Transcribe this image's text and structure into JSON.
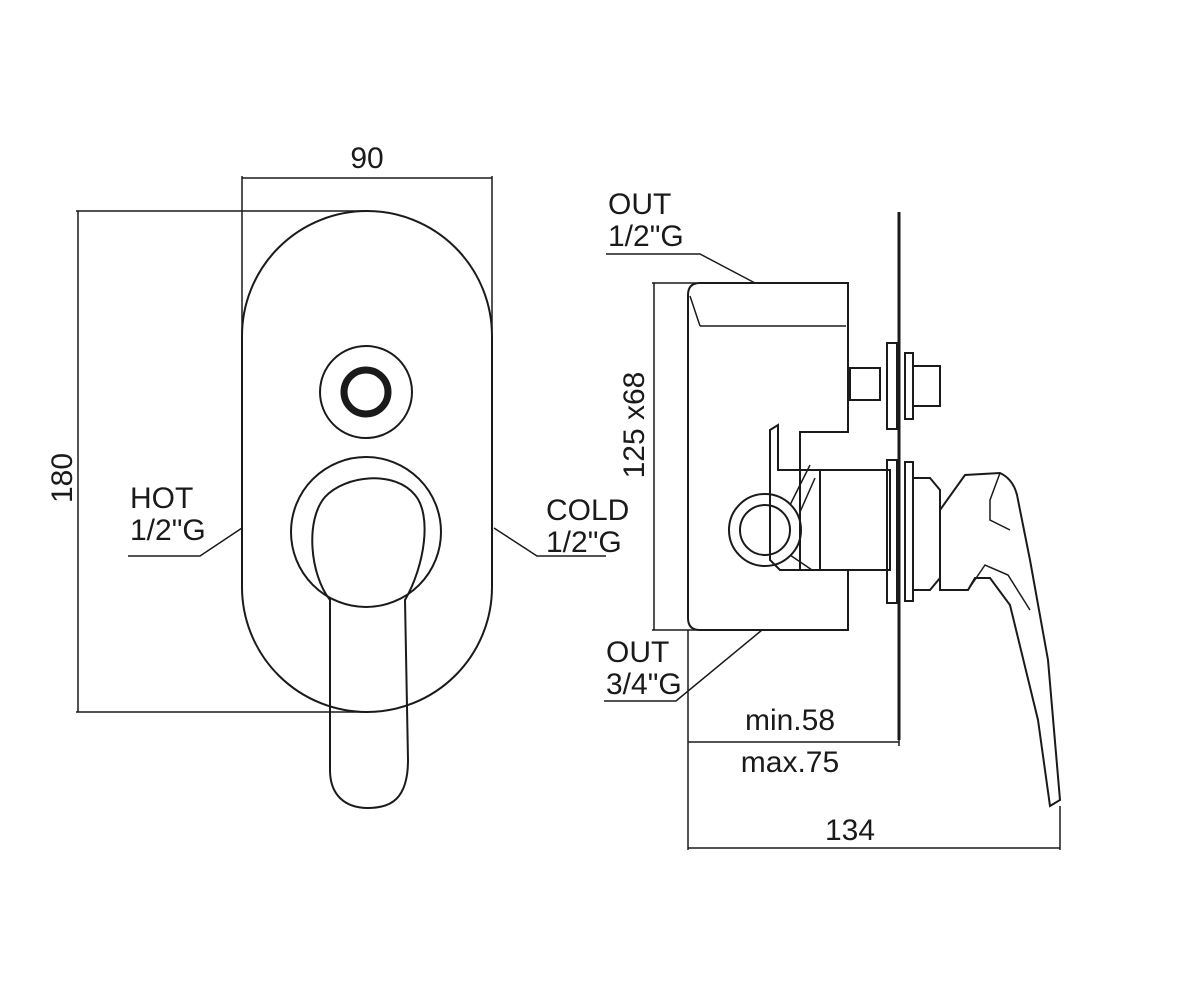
{
  "front_view": {
    "width_dim": "90",
    "height_dim": "180",
    "hot_label_line1": "HOT",
    "hot_label_line2": "1/2\"G",
    "cold_label_line1": "COLD",
    "cold_label_line2": "1/2\"G"
  },
  "side_view": {
    "out_top_line1": "OUT",
    "out_top_line2": "1/2\"G",
    "out_bottom_line1": "OUT",
    "out_bottom_line2": "3/4\"G",
    "box_dim": "125 x68",
    "min_dim": "min.58",
    "max_dim": "max.75",
    "total_dim": "134"
  }
}
